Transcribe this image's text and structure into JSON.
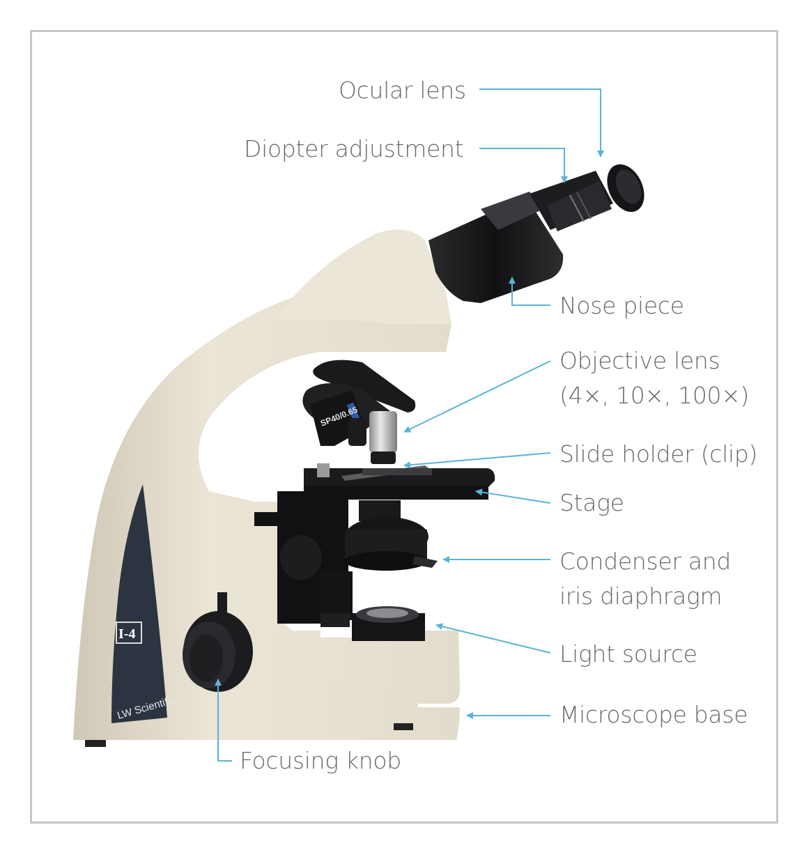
{
  "labels": {
    "ocular_lens": "Ocular lens",
    "diopter_adjustment": "Diopter adjustment",
    "nose_piece": "Nose piece",
    "objective_lens_line1": "Objective lens",
    "objective_lens_line2": "(4×, 10×, 100×)",
    "slide_holder": "Slide holder (clip)",
    "stage": "Stage",
    "condenser_line1": "Condenser and",
    "condenser_line2": "iris diaphragm",
    "light_source": "Light source",
    "microscope_base": "Microscope base",
    "focusing_knob": "Focusing knob"
  },
  "product_marks": {
    "brand": "LW Scientific",
    "model": "I-4",
    "objective_marking": "SP40/0.65"
  },
  "colors": {
    "arrow": "#5bb4d6",
    "body": "#e8e2d3",
    "black_parts": "#1b1b1d",
    "frame": "#c7c7c7",
    "label_text": "#6a6a6a"
  }
}
